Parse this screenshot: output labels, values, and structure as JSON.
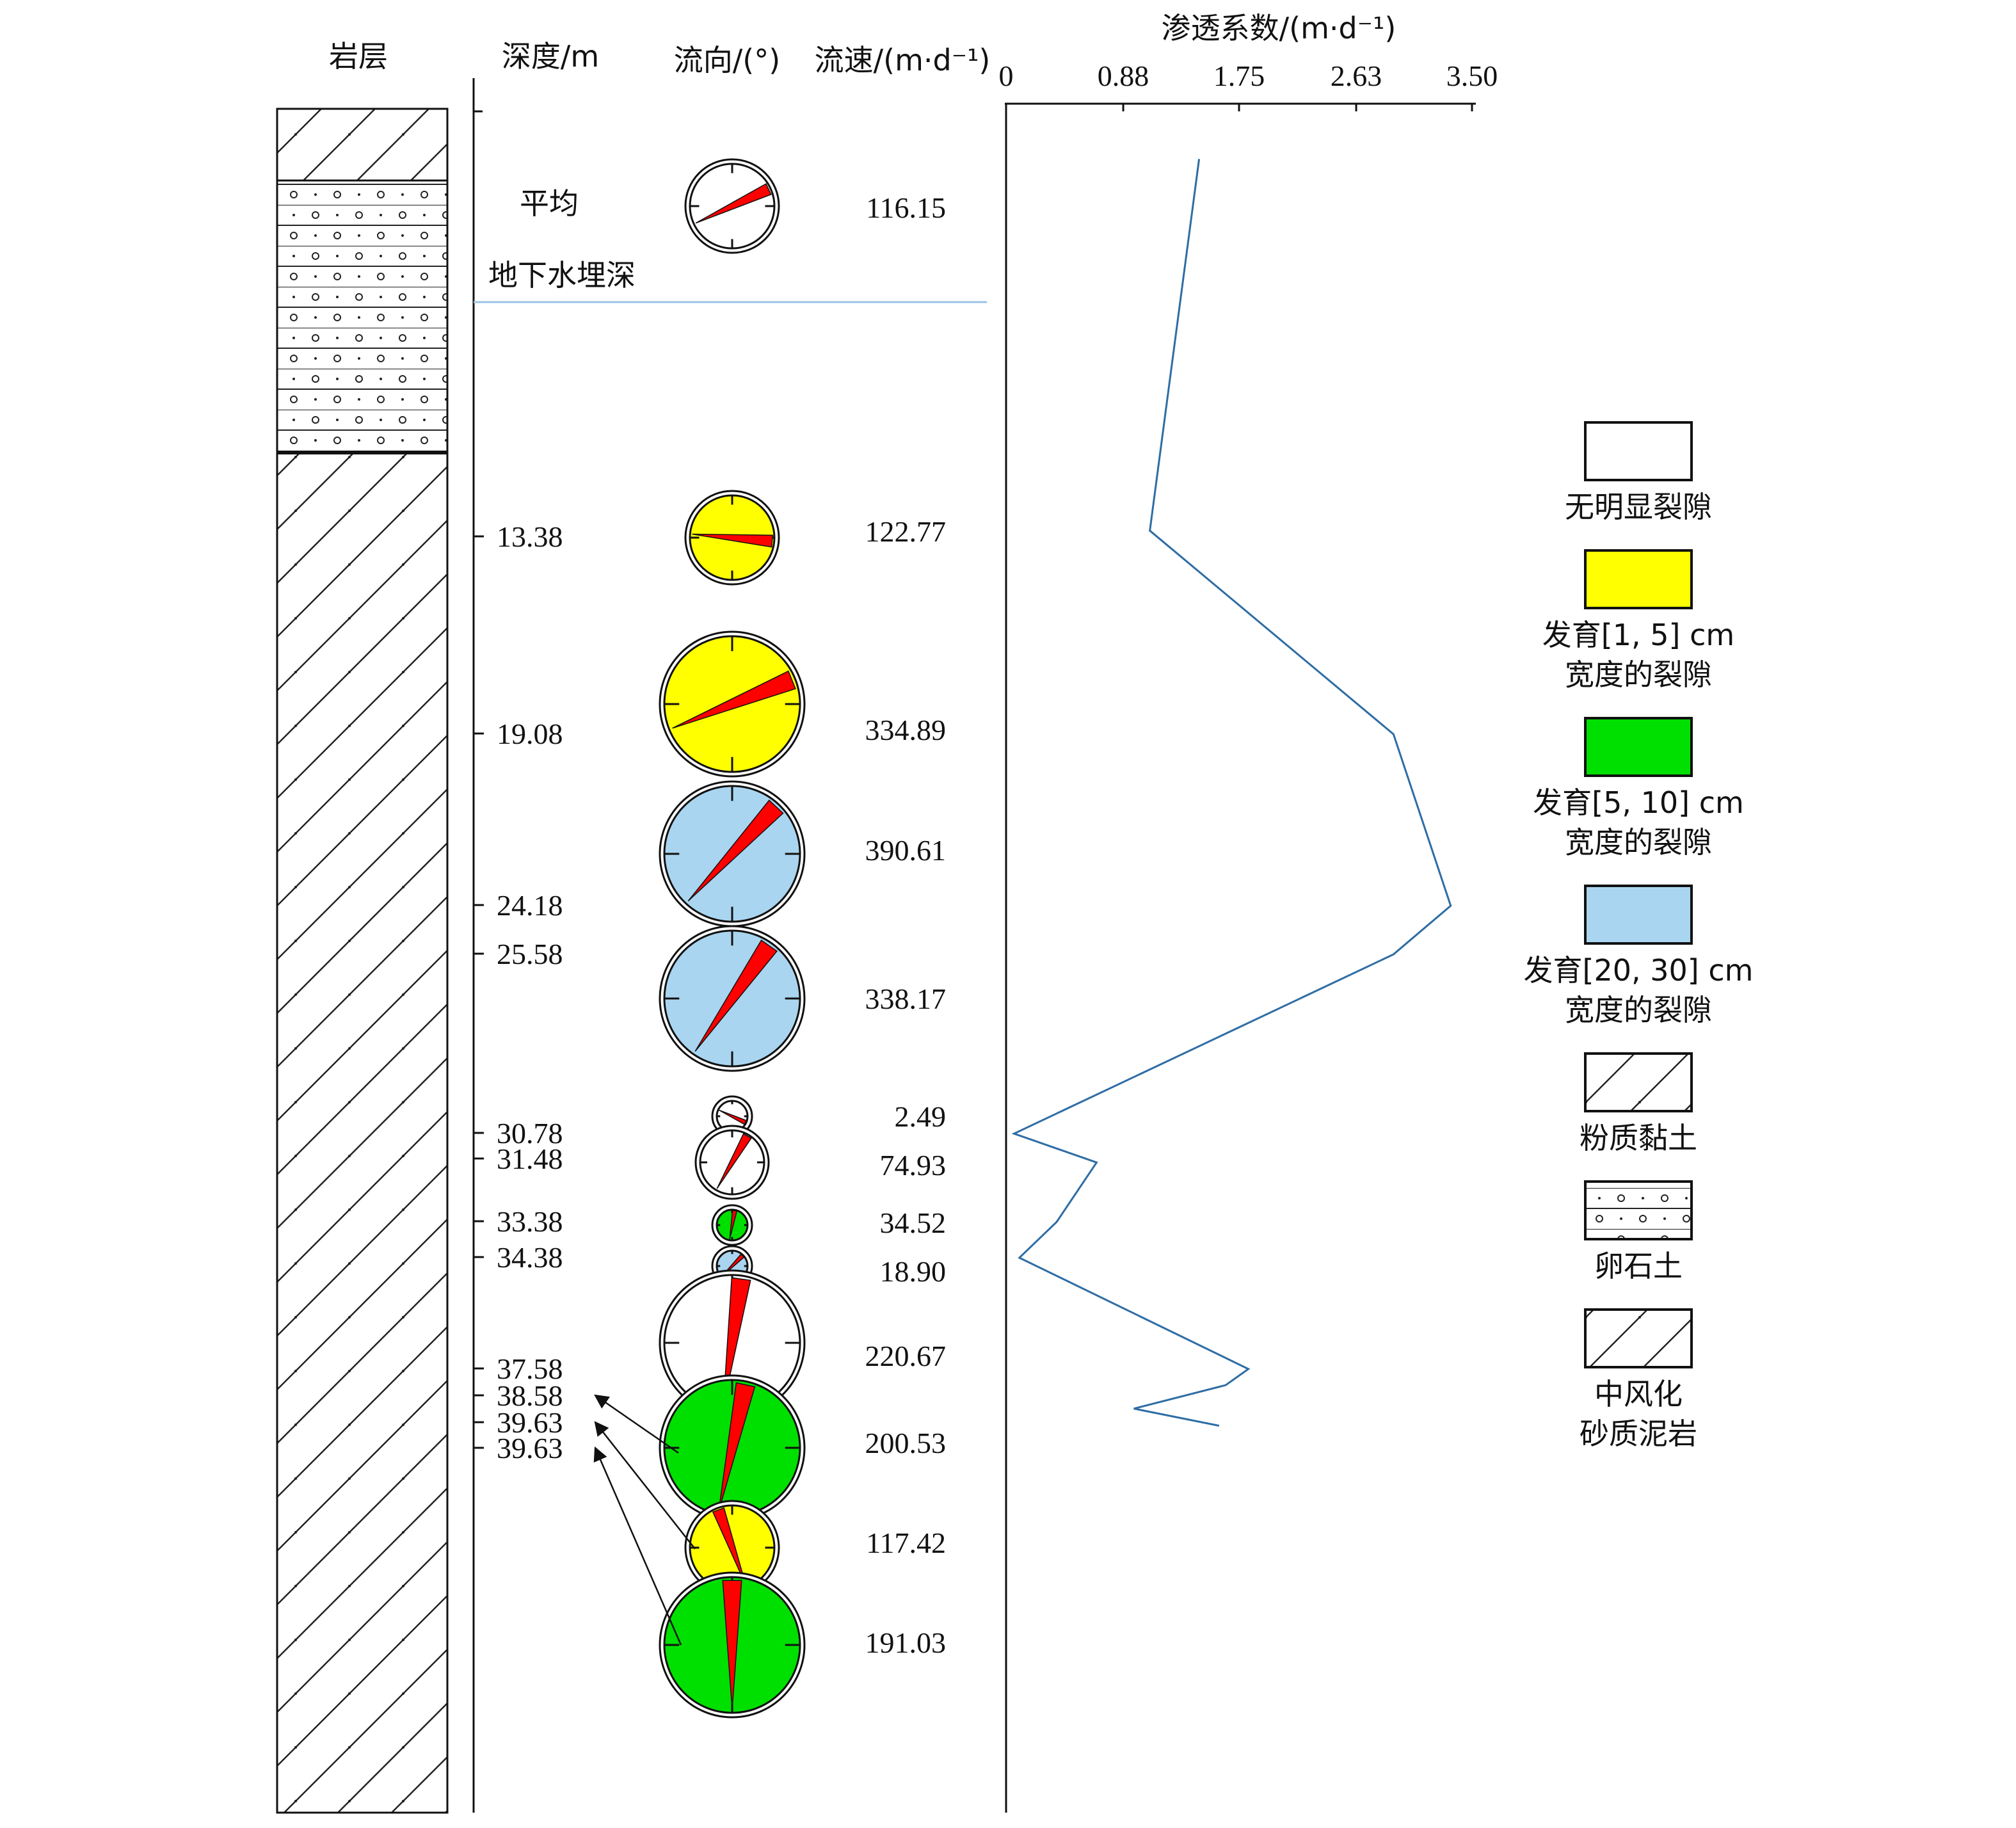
{
  "columns": {
    "strata": "岩层",
    "depth": "深度/m",
    "direction": "流向/(°)",
    "velocity": "流速/(m·d⁻¹)"
  },
  "average_label": "平均",
  "groundwater_label": "地下水埋深",
  "colors": {
    "none": "#ffffff",
    "yellow": "#ffff00",
    "green": "#00e000",
    "blue": "#a9d5f0",
    "arrow": "#ff0000",
    "line": "#2e6da4",
    "water": "#9cc3e6"
  },
  "legend": [
    {
      "key": "none",
      "swatch": "color",
      "lines": [
        "无明显裂隙"
      ]
    },
    {
      "key": "yellow",
      "swatch": "color",
      "lines": [
        "发育[1, 5] cm",
        "宽度的裂隙"
      ]
    },
    {
      "key": "green",
      "swatch": "color",
      "lines": [
        "发育[5, 10] cm",
        "宽度的裂隙"
      ]
    },
    {
      "key": "blue",
      "swatch": "color",
      "lines": [
        "发育[20, 30] cm",
        "宽度的裂隙"
      ]
    },
    {
      "key": "silty_clay",
      "swatch": "hatch",
      "lines": [
        "粉质黏土"
      ]
    },
    {
      "key": "pebble",
      "swatch": "pebble",
      "lines": [
        "卵石土"
      ]
    },
    {
      "key": "mudstone",
      "swatch": "hatch",
      "lines": [
        "中风化",
        "砂质泥岩"
      ]
    }
  ],
  "chart_data": {
    "type": "line",
    "title": "渗透系数/(m·d⁻¹)",
    "xticks": [
      "0",
      "0.88",
      "1.75",
      "2.63",
      "3.50"
    ],
    "xlim": [
      0,
      3.5
    ],
    "y_axis_inverted": true,
    "depth_labels": [
      "13.38",
      "19.08",
      "24.18",
      "25.58",
      "30.78",
      "31.48",
      "33.38",
      "34.38",
      "37.58",
      "38.58",
      "39.63",
      "39.63"
    ],
    "measurements": [
      {
        "depth_label": "",
        "velocity": "116.15",
        "fill": "none",
        "direction_deg": 65,
        "size": "medium"
      },
      {
        "depth_label": "13.38",
        "velocity": "122.77",
        "fill": "yellow",
        "direction_deg": 95,
        "size": "medium"
      },
      {
        "depth_label": "19.08",
        "velocity": "334.89",
        "fill": "yellow",
        "direction_deg": 68,
        "size": "large"
      },
      {
        "depth_label": "",
        "velocity": "390.61",
        "fill": "blue",
        "direction_deg": 43,
        "size": "large"
      },
      {
        "depth_label": "",
        "velocity": "338.17",
        "fill": "blue",
        "direction_deg": 35,
        "size": "large"
      },
      {
        "depth_label": "",
        "velocity": "2.49",
        "fill": "none",
        "direction_deg": 115,
        "size": "tiny"
      },
      {
        "depth_label": "",
        "velocity": "74.93",
        "fill": "none",
        "direction_deg": 30,
        "size": "small"
      },
      {
        "depth_label": "",
        "velocity": "34.52",
        "fill": "green",
        "direction_deg": 10,
        "size": "tiny"
      },
      {
        "depth_label": "",
        "velocity": "18.90",
        "fill": "blue",
        "direction_deg": 45,
        "size": "tiny"
      },
      {
        "depth_label": "",
        "velocity": "220.67",
        "fill": "none",
        "direction_deg": 8,
        "size": "large"
      },
      {
        "depth_label": "",
        "velocity": "200.53",
        "fill": "green",
        "direction_deg": 12,
        "size": "large"
      },
      {
        "depth_label": "",
        "velocity": "117.42",
        "fill": "yellow",
        "direction_deg": 340,
        "size": "medium"
      },
      {
        "depth_label": "",
        "velocity": "191.03",
        "fill": "green",
        "direction_deg": 0,
        "size": "large"
      }
    ],
    "permeability_profile": [
      {
        "depth": 1.5,
        "k": 1.45
      },
      {
        "depth": 13.2,
        "k": 1.08
      },
      {
        "depth": 19.1,
        "k": 2.91
      },
      {
        "depth": 24.2,
        "k": 3.34
      },
      {
        "depth": 25.6,
        "k": 2.91
      },
      {
        "depth": 30.8,
        "k": 0.06
      },
      {
        "depth": 31.6,
        "k": 0.68
      },
      {
        "depth": 33.4,
        "k": 0.38
      },
      {
        "depth": 34.4,
        "k": 0.1
      },
      {
        "depth": 37.6,
        "k": 1.82
      },
      {
        "depth": 38.2,
        "k": 1.65
      },
      {
        "depth": 39.1,
        "k": 0.96
      },
      {
        "depth": 39.7,
        "k": 1.6
      }
    ]
  }
}
